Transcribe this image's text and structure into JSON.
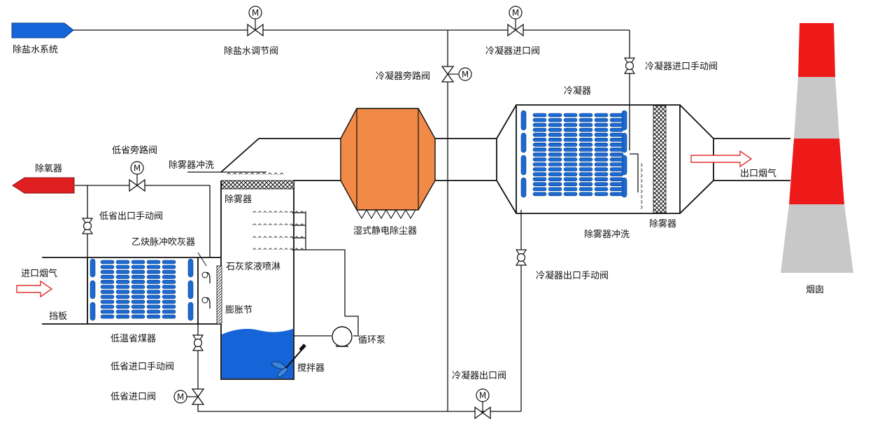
{
  "labels": {
    "demineralized_water_system": "除盐水系统",
    "demineralized_water_control_valve": "除盐水调节阀",
    "condenser_inlet_valve": "冷凝器进口阀",
    "condenser_bypass_valve": "冷凝器旁路阀",
    "condenser_inlet_manual_valve": "冷凝器进口手动阀",
    "condenser": "冷凝器",
    "wet_esp": "湿式静电除尘器",
    "deaerator": "除氧器",
    "low_econ_bypass_valve": "低省旁路阀",
    "mist_eliminator_flush_left": "除雾器冲洗",
    "mist_eliminator_left": "除雾器",
    "low_econ_outlet_manual_valve": "低省出口手动阀",
    "acetylene_pulse_soot_blower": "乙炔脉冲吹灰器",
    "inlet_flue_gas": "进口烟气",
    "lime_slurry_spray": "石灰浆液喷淋",
    "baffle": "挡板",
    "expansion_joint": "膨胀节",
    "low_temp_economizer": "低温省煤器",
    "circulation_pump": "循环泵",
    "low_econ_inlet_manual_valve": "低省进口手动阀",
    "agitator": "搅拌器",
    "low_econ_inlet_valve": "低省进口阀",
    "condenser_outlet_valve": "冷凝器出口阀",
    "condenser_outlet_manual_valve": "冷凝器出口手动阀",
    "mist_eliminator_flush_right": "除雾器冲洗",
    "mist_eliminator_right": "除雾器",
    "outlet_flue_gas": "出口烟气",
    "chimney": "烟囱",
    "motor_symbol": "M"
  },
  "colors": {
    "water_blue": "#1565d8",
    "esp_orange": "#f08a46",
    "chimney_red": "#ee1a1a",
    "chimney_gray": "#c8c8c8",
    "deaerator_red": "#e02020",
    "arrow_red": "#e03030"
  }
}
